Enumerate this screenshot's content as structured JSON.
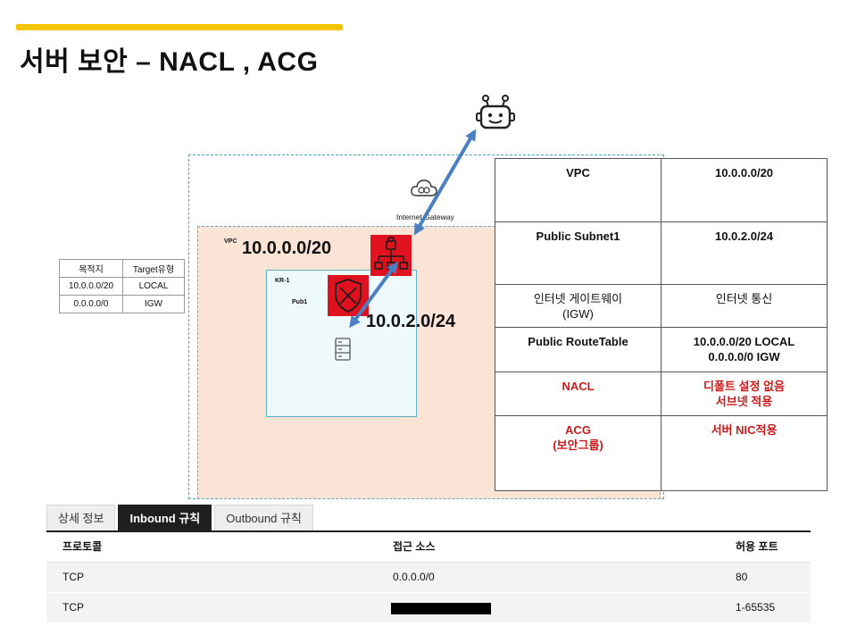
{
  "title": "서버 보안 – NACL , ACG",
  "diagram": {
    "igw_label": "Internet Gateway",
    "vpc_tag": "VPC",
    "vpc_cidr": "10.0.0.0/20",
    "zone_tag": "KR-1",
    "subnet_tag": "Pub1",
    "subnet_cidr": "10.0.2.0/24"
  },
  "route_table": {
    "headers": [
      "목적지",
      "Target유형"
    ],
    "rows": [
      [
        "10.0.0.0/20",
        "LOCAL"
      ],
      [
        "0.0.0.0/0",
        "IGW"
      ]
    ]
  },
  "info_table": {
    "rows": [
      {
        "key": "VPC",
        "value": "10.0.0.0/20",
        "red": false
      },
      {
        "key": "Public Subnet1",
        "value": "10.0.2.0/24",
        "red": false
      },
      {
        "key": "인터넷 게이트웨이\n(IGW)",
        "value": "인터넷 통신",
        "red": false
      },
      {
        "key": "Public RouteTable",
        "value": "10.0.0.0/20 LOCAL\n0.0.0.0/0 IGW",
        "red": false
      },
      {
        "key": "NACL",
        "value": "디폴트 설정 없음\n서브넷 적용",
        "red": true
      },
      {
        "key": "ACG\n(보안그룹)",
        "value": "서버 NIC적용",
        "red": true
      }
    ]
  },
  "tabs": {
    "items": [
      "상세 정보",
      "Inbound 규칙",
      "Outbound 규칙"
    ],
    "active": 1
  },
  "rules_grid": {
    "headers": [
      "프로토콜",
      "접근 소스",
      "허용 포트"
    ],
    "rows": [
      [
        "TCP",
        "0.0.0.0/0",
        "80"
      ],
      [
        "TCP",
        "",
        "1-65535"
      ]
    ]
  },
  "colors": {
    "accent": "#f5c400",
    "security_icon_bg": "#e0121f",
    "arrow": "#4a7fc1",
    "red_text": "#cc1a1a"
  }
}
